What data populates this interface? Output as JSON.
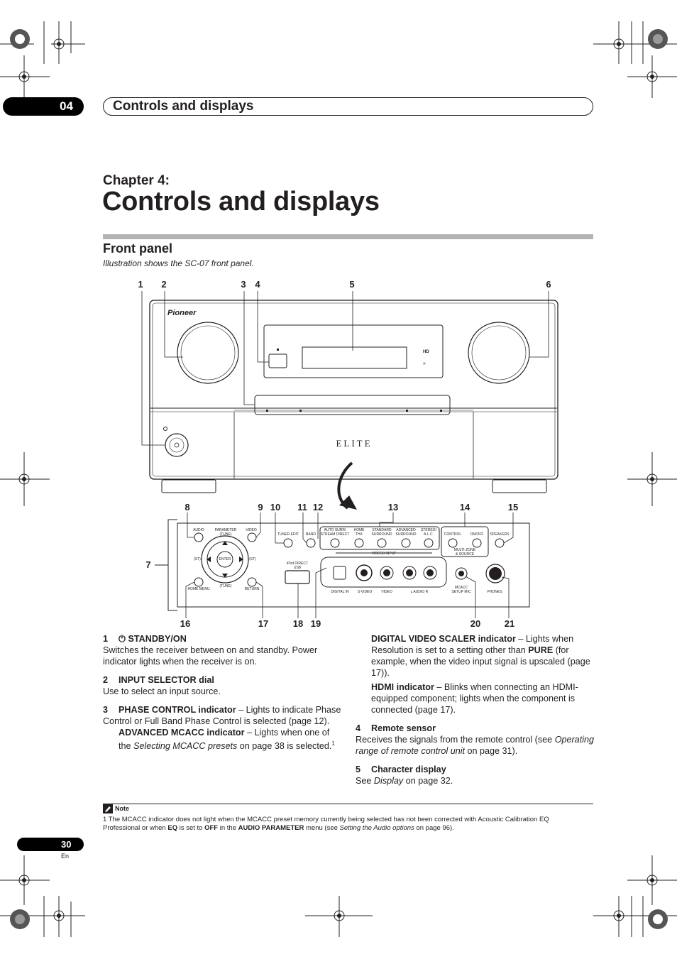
{
  "header": {
    "chapter_num": "04",
    "title": "Controls and displays"
  },
  "chapter": {
    "label": "Chapter 4:",
    "title": "Controls and displays"
  },
  "section": {
    "title": "Front panel",
    "caption": "Illustration shows the SC-07 front panel."
  },
  "figure": {
    "brand": "Pioneer",
    "elite": "ELITE",
    "top_callouts": [
      "1",
      "2",
      "3",
      "4",
      "5",
      "6"
    ],
    "lower_callouts_top": [
      "8",
      "9",
      "10",
      "11",
      "12",
      "13",
      "14",
      "15"
    ],
    "callout_7": "7",
    "lower_callouts_bottom": [
      "16",
      "17",
      "18",
      "19",
      "20",
      "21"
    ],
    "panel_labels": {
      "audio": "AUDIO",
      "parameter": "PARAMETER",
      "tune_top": "(TUNE)",
      "video": "VIDEO",
      "st_left": "(ST)",
      "st_right": "(ST)",
      "enter": "ENTER",
      "tune_bottom": "(TUNE)",
      "home_menu": "HOME MENU",
      "return": "RETURN",
      "tuner_edit": "TUNER EDIT",
      "band": "BAND",
      "auto_surr": "AUTO SURR/",
      "stream_direct": "STREAM DIRECT",
      "home_thx_1": "HOME",
      "home_thx_2": "THX",
      "standard_1": "STANDARD",
      "standard_2": "SURROUND",
      "advanced_1": "ADVANCED",
      "advanced_2": "SURROUND",
      "stereo_1": "STEREO/",
      "stereo_2": "A.L.C.",
      "control": "CONTROL",
      "on_off": "ON/OFF",
      "multi_zone_1": "MULTI-ZONE",
      "multi_zone_2": "& SOURCE",
      "speakers": "SPEAKERS",
      "video3_input": "VIDEO3 INPUT",
      "ipod_1": "iPod DIRECT",
      "ipod_2": "USB",
      "digital_in": "DIGITAL IN",
      "s_video": "S-VIDEO",
      "video_jack": "VIDEO",
      "audio_lr": "L    AUDIO    R",
      "mcacc_1": "MCACC",
      "mcacc_2": "SETUP MIC",
      "phones": "PHONES"
    }
  },
  "left_column": {
    "i1_num": "1",
    "i1_head": "STANDBY/ON",
    "i1_body": "Switches the receiver between on and standby. Power indicator lights when the receiver is on.",
    "i2_num": "2",
    "i2_head": "INPUT SELECTOR dial",
    "i2_body": "Use to select an input source.",
    "i3_num": "3",
    "i3_head": "PHASE CONTROL indicator",
    "i3_body": " – Lights to indicate Phase Control or Full Band Phase Control is selected (page 12).",
    "i3b_head": "ADVANCED MCACC indicator",
    "i3b_body1": " – Lights when one of the ",
    "i3b_italic": "Selecting MCACC presets",
    "i3b_body2": " on page 38 is selected.",
    "i3b_sup": "1"
  },
  "right_column": {
    "dvs_head": "DIGITAL VIDEO SCALER indicator",
    "dvs_body1": " – Lights when Resolution is set to a setting other than ",
    "dvs_bold": "PURE",
    "dvs_body2": " (for example, when the video input signal is upscaled (page 17)).",
    "hdmi_head": "HDMI indicator",
    "hdmi_body": " – Blinks when connecting an HDMI-equipped component; lights when the component is connected (page 17).",
    "i4_num": "4",
    "i4_head": "Remote sensor",
    "i4_body1": "Receives the signals from the remote control (see ",
    "i4_italic": "Operating range of remote control unit",
    "i4_body2": " on page 31).",
    "i5_num": "5",
    "i5_head": "Character display",
    "i5_body1": "See ",
    "i5_italic": "Display",
    "i5_body2": " on page 32."
  },
  "note": {
    "label": "Note",
    "t1": "1 The MCACC indicator does not light when the MCACC preset memory currently being selected has not been corrected with Acoustic Calibration EQ Professional or when ",
    "b1": "EQ",
    "t2": " is set to ",
    "b2": "OFF",
    "t3": " in the ",
    "b3": "AUDIO PARAMETER",
    "t4": " menu (see ",
    "i1": "Setting the Audio options",
    "t5": " on page 96)."
  },
  "footer": {
    "page": "30",
    "lang": "En"
  }
}
